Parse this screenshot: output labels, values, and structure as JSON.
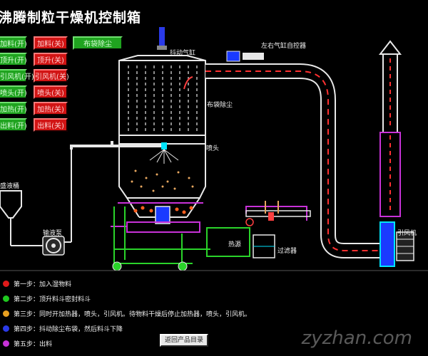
{
  "title": "沸腾制粒干燥机控制箱",
  "buttons": {
    "left": [
      {
        "label": "加料(开)"
      },
      {
        "label": "顶升(开)"
      },
      {
        "label": "引风机(开)"
      },
      {
        "label": "喷头(开)"
      },
      {
        "label": "加热(开)"
      },
      {
        "label": "出料(开)"
      }
    ],
    "right": [
      {
        "label": "加料(关)"
      },
      {
        "label": "顶升(关)"
      },
      {
        "label": "引风机(关)"
      },
      {
        "label": "喷头(关)"
      },
      {
        "label": "加热(关)"
      },
      {
        "label": "出料(关)"
      }
    ],
    "dust_bag": "布袋除尘",
    "back_catalog": "返回产品目录"
  },
  "labels": {
    "shake_cylinder": "抖动气缸",
    "lr_cylinder": "左右气缸自控器",
    "bag_dust": "布袋除尘",
    "nozzle": "喷头",
    "liquid_tank": "盛液桶",
    "pump": "输液泵",
    "heat_source": "热源",
    "filter": "过滤器",
    "fan": "引风机"
  },
  "steps": [
    {
      "text": "第一步：加入湿物料",
      "color": "#e01a1a"
    },
    {
      "text": "第二步：顶升料斗密封料斗",
      "color": "#1fc81f"
    },
    {
      "text": "第三步：同时开加热器，喷头，引风机。待物料干燥后停止加热器，喷头，引风机。",
      "color": "#e8a020"
    },
    {
      "text": "第四步：抖动除尘布袋，然后料斗下降",
      "color": "#2a3ae8"
    },
    {
      "text": "第五步：出料",
      "color": "#c832d8"
    }
  ],
  "watermark": "zyzhan.com",
  "colors": {
    "equipment_white": "#e8e8e8",
    "pipe_orange": "#e8a860",
    "frame_green": "#2ad42a",
    "fan_blue": "#1a3aff",
    "cyan": "#00e5ff"
  }
}
